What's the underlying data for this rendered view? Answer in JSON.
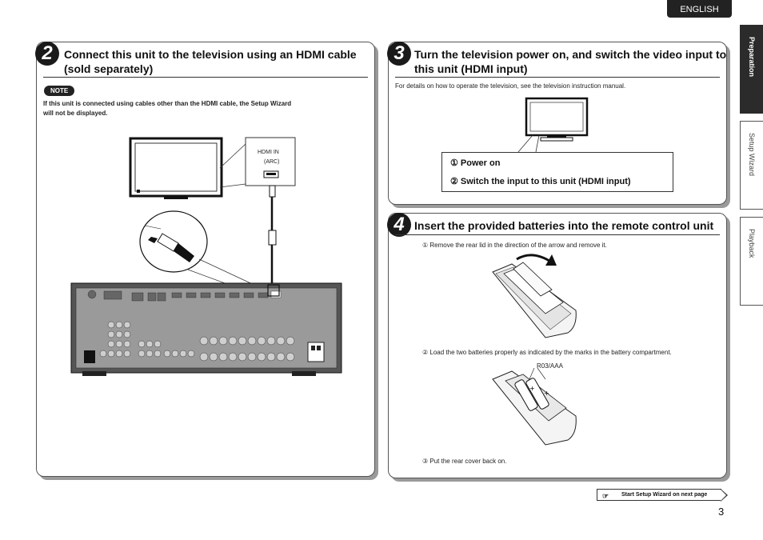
{
  "header": {
    "language": "ENGLISH"
  },
  "side_tabs": [
    {
      "label": "Preparation",
      "active": true
    },
    {
      "label": "Setup Wizard",
      "active": false
    },
    {
      "label": "Playback",
      "active": false
    }
  ],
  "step2": {
    "number": "2",
    "title_line1": "Connect this unit to the television using an HDMI cable",
    "title_line2": "(sold separately)",
    "note_label": "NOTE",
    "note_line1": "If this unit is connected using cables other than the HDMI cable, the Setup Wizard",
    "note_line2": "will not be displayed.",
    "hdmi_label": "HDMI IN",
    "arc_label": "(ARC)"
  },
  "step3": {
    "number": "3",
    "title_line1": "Turn the television power on, and switch the video input to",
    "title_line2": "this unit (HDMI input)",
    "description": "For details on how to operate the television, see the television instruction manual.",
    "callout_1": "① Power on",
    "callout_2": "② Switch the input to this unit (HDMI input)"
  },
  "step4": {
    "number": "4",
    "title": "Insert the provided batteries into the remote control unit",
    "instruction_1": "① Remove the rear lid in the direction of the arrow and remove it.",
    "instruction_2": "② Load the two batteries properly as indicated by the marks in the battery compartment.",
    "battery_label": "R03/AAA",
    "instruction_3": "③ Put the rear cover back on."
  },
  "footer": {
    "next_link_label": "Start Setup Wizard on next page",
    "page_number": "3"
  }
}
